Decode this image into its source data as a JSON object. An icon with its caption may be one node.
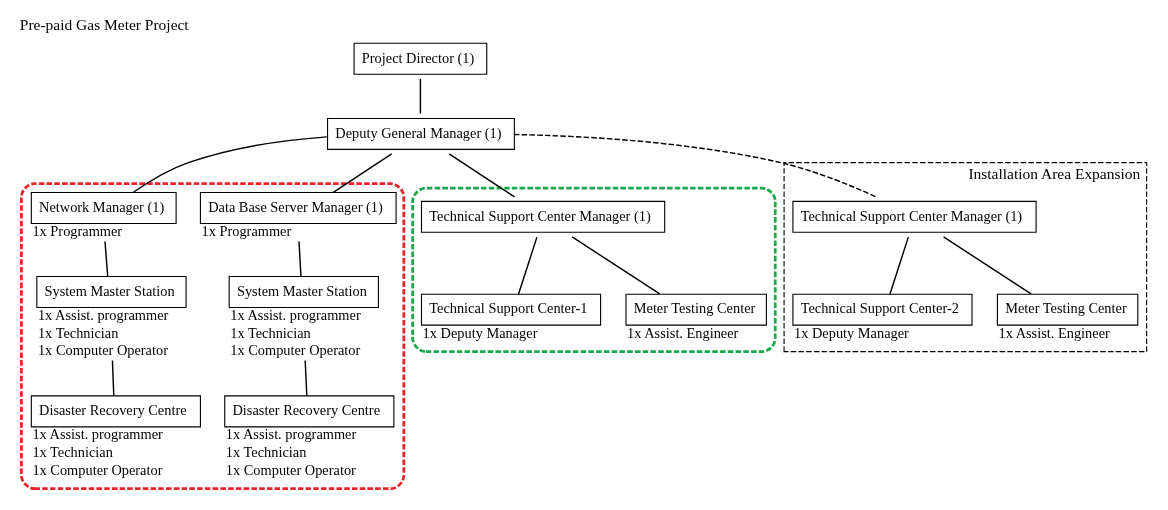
{
  "diagram": {
    "title": "Pre-paid Gas Meter Project",
    "nodes": [
      {
        "text": [
          "Project Director (1)"
        ]
      },
      {
        "text": [
          "Deputy General Manager (1)"
        ]
      },
      {
        "text": [],
        "shape": "box"
      },
      {
        "text": [
          "Data Base Server Manager (1)"
        ],
        "in": 2,
        "beside": [
          "1x Programmer"
        ]
      },
      {
        "text": [
          "Network Manager (1)"
        ],
        "in": 2,
        "beside": [
          "1x Programmer"
        ]
      },
      {
        "text": [
          "System Master Station"
        ],
        "in": 2,
        "beside": [
          "1x Assist. programmer",
          "1x Technician",
          "1x Computer Operator"
        ]
      },
      {
        "text": [
          "System Master Station"
        ],
        "in": 2,
        "beside": [
          "1x Assist. programmer",
          "1x Technician",
          "1x Computer Operator"
        ]
      },
      {
        "text": [
          "Disaster Recovery Centre"
        ],
        "in": 2,
        "beside": [
          "1x Assist. programmer",
          "1x Technician",
          "1x Computer Operator"
        ]
      },
      {
        "text": [
          "Disaster Recovery Centre"
        ],
        "in": 2,
        "beside": [
          "1x Assist. programmer",
          "1x Technician",
          "1x Computer Operator"
        ]
      },
      {
        "text": [],
        "shape": "box"
      },
      {
        "text": [
          "Technical Support Center Manager (1)"
        ],
        "in": 9
      },
      {
        "text": [
          "Technical Support Center-1"
        ],
        "in": 9,
        "beside": [
          "1x Deputy Manager"
        ]
      },
      {
        "text": [
          "Meter Testing Center"
        ],
        "in": 9,
        "beside": [
          "1x Assist. Engineer"
        ]
      },
      {
        "text": [
          "Installation Area Expansion"
        ]
      },
      {
        "text": [
          "Technical Support Center Manager (1)"
        ],
        "in": 13
      },
      {
        "text": [
          "Technical Support Center-2"
        ],
        "in": 13,
        "beside": [
          "1x Deputy Manager"
        ]
      },
      {
        "text": [
          "Meter Testing Center"
        ],
        "in": 13,
        "beside": [
          "1x Assist. Engineer"
        ]
      }
    ],
    "edges": [
      {
        "from": 0,
        "to": 1,
        "arrow": "none"
      },
      {
        "from": 1,
        "to": 3,
        "arrow": "none"
      },
      {
        "from": 1,
        "to": 4,
        "arrow": "none"
      },
      {
        "from": 1,
        "to": 10,
        "arrow": "none"
      },
      {
        "from": 1,
        "to": 14,
        "arrow": "none",
        "style": "dashed"
      },
      {
        "from": 3,
        "to": 5,
        "arrow": "none"
      },
      {
        "from": 4,
        "to": 6,
        "arrow": "none"
      },
      {
        "from": 5,
        "to": 7,
        "arrow": "none"
      },
      {
        "from": 6,
        "to": 8,
        "arrow": "none"
      },
      {
        "from": 10,
        "to": 11,
        "arrow": "none"
      },
      {
        "from": 10,
        "to": 12,
        "arrow": "none"
      },
      {
        "from": 14,
        "to": 15,
        "arrow": "none"
      },
      {
        "from": 14,
        "to": 16,
        "arrow": "none"
      }
    ]
  }
}
